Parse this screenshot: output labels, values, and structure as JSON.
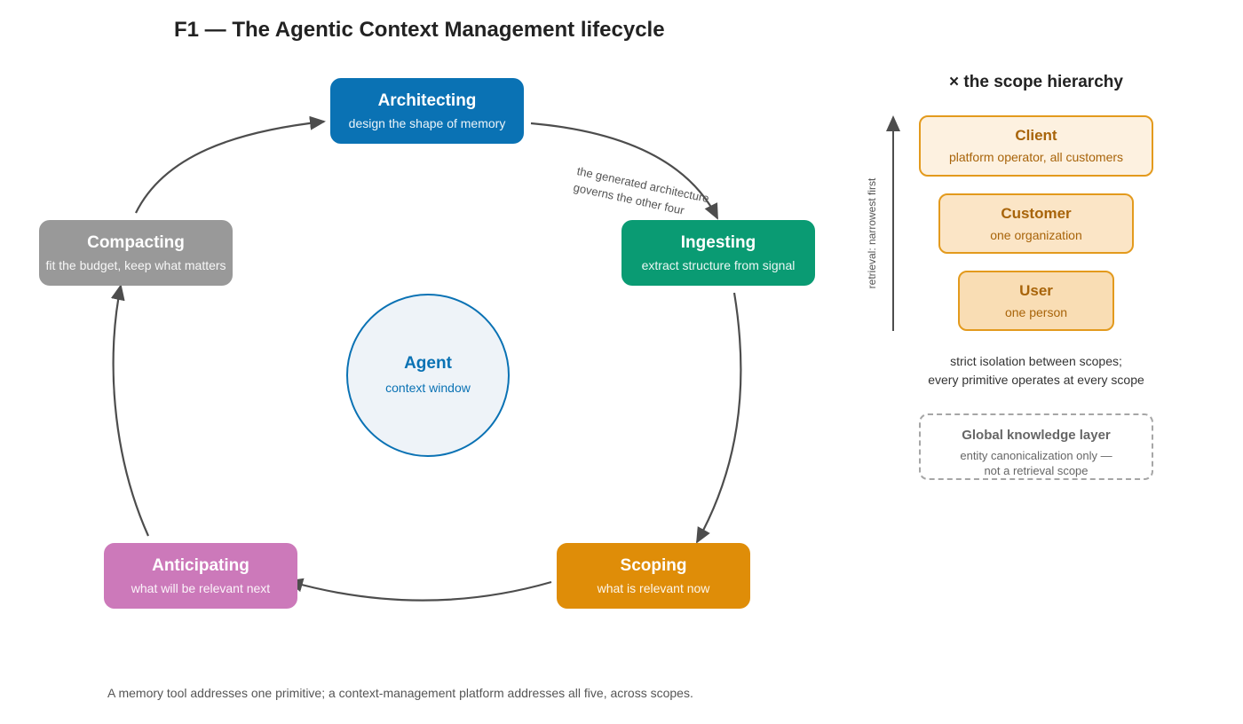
{
  "title": "F1 — The Agentic Context Management lifecycle",
  "lifecycle": {
    "nodes": [
      {
        "id": "architecting",
        "title": "Architecting",
        "subtitle": "design the shape of memory",
        "color": "#0a72b4"
      },
      {
        "id": "ingesting",
        "title": "Ingesting",
        "subtitle": "extract structure from signal",
        "color": "#0a9b73"
      },
      {
        "id": "scoping",
        "title": "Scoping",
        "subtitle": "what is relevant now",
        "color": "#df8d08"
      },
      {
        "id": "anticipating",
        "title": "Anticipating",
        "subtitle": "what will be relevant next",
        "color": "#cc79ba"
      },
      {
        "id": "compacting",
        "title": "Compacting",
        "subtitle": "fit the budget, keep what matters",
        "color": "#999999"
      }
    ],
    "edges": [
      {
        "from": "architecting",
        "to": "ingesting"
      },
      {
        "from": "ingesting",
        "to": "scoping"
      },
      {
        "from": "scoping",
        "to": "anticipating"
      },
      {
        "from": "anticipating",
        "to": "compacting"
      },
      {
        "from": "compacting",
        "to": "architecting"
      }
    ],
    "annotation": {
      "line1": "the generated architecture",
      "line2": "governs the other four"
    },
    "center": {
      "title": "Agent",
      "subtitle": "context window",
      "color": "#0a72b4"
    }
  },
  "scope_hierarchy": {
    "heading": "× the scope hierarchy",
    "axis_label": "retrieval: narrowest first",
    "levels": [
      {
        "title": "Client",
        "subtitle": "platform operator, all customers"
      },
      {
        "title": "Customer",
        "subtitle": "one organization"
      },
      {
        "title": "User",
        "subtitle": "one person"
      }
    ],
    "isolation_note": {
      "line1": "strict isolation between scopes;",
      "line2": "every primitive operates at every scope"
    },
    "global_layer": {
      "title": "Global knowledge layer",
      "subtitle": "entity canonicalization only —\nnot a retrieval scope"
    },
    "accent_color": "#e39a1d"
  },
  "footer": "A memory tool addresses one primitive; a context-management platform addresses all five, across scopes."
}
